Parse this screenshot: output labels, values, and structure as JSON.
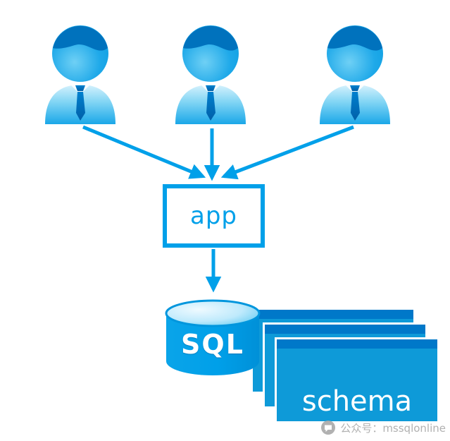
{
  "diagram": {
    "users": {
      "count": 3,
      "icon": "user-icon"
    },
    "app": {
      "label": "app"
    },
    "database": {
      "label": "SQL",
      "icon": "database-cylinder-icon"
    },
    "schema": {
      "label": "schema",
      "card_count": 3
    },
    "watermark": {
      "icon": "wechat-public-account-icon",
      "text": "公众号：mssqlonline"
    },
    "colors": {
      "primary_blue": "#00A0E9",
      "dark_blue": "#0072BD",
      "light_blue": "#BFEAFC",
      "card_body_blue": "#0E9AD8",
      "card_header_blue": "#0078C9",
      "watermark_grey": "#A9A9A9"
    }
  }
}
